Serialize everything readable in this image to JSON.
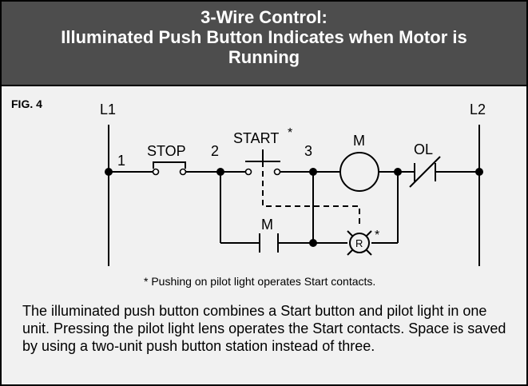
{
  "header": {
    "line1": "3-Wire Control:",
    "line2": "Illuminated Push Button Indicates when Motor is",
    "line3": "Running"
  },
  "figure": {
    "label": "FIG. 4",
    "rail_left": "L1",
    "rail_right": "L2",
    "node_1": "1",
    "node_2": "2",
    "node_3": "3",
    "stop_label": "STOP",
    "start_label": "START",
    "start_asterisk": "*",
    "motor_label": "M",
    "ol_label": "OL",
    "aux_contact_label": "M",
    "pilot_letter": "R",
    "pilot_asterisk": "*",
    "footnote": "* Pushing on pilot light operates Start contacts."
  },
  "description": "The illuminated push button combines a Start button and pilot light in one unit. Pressing the pilot light lens operates the Start contacts. Space is saved by using a two-unit push button station instead of three.",
  "colors": {
    "header_bg": "#4d4d4d",
    "panel_bg": "#f1f1f1",
    "line": "#000000"
  }
}
